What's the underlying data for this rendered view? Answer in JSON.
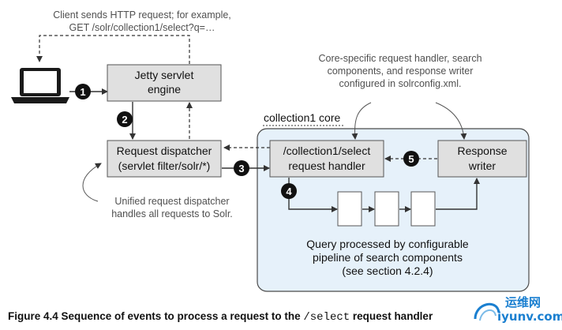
{
  "annotations": {
    "client_line1": "Client sends HTTP request; for example,",
    "client_line2": "GET /solr/collection1/select?q=…",
    "core_line1": "Core-specific request handler, search",
    "core_line2": "components, and response writer",
    "core_line3": "configured in solrconfig.xml.",
    "dispatcher_line1": "Unified request dispatcher",
    "dispatcher_line2": "handles all requests to Solr.",
    "pipeline_line1": "Query processed by configurable",
    "pipeline_line2": "pipeline of search components",
    "pipeline_line3": "(see section 4.2.4)"
  },
  "core_label": "collection1 core",
  "boxes": {
    "jetty_line1": "Jetty servlet",
    "jetty_line2": "engine",
    "dispatcher_line1": "Request dispatcher",
    "dispatcher_line2": "(servlet filter/solr/*)",
    "handler_line1": "/collection1/select",
    "handler_line2": "request handler",
    "writer_line1": "Response",
    "writer_line2": "writer"
  },
  "steps": [
    "1",
    "2",
    "3",
    "4",
    "5"
  ],
  "caption": {
    "prefix": "Figure 4.4   Sequence of events to process a request to the ",
    "code": "/select",
    "suffix": " request handler"
  },
  "watermark": {
    "cn": "运维网",
    "url": "iyunv.com"
  },
  "colors": {
    "box_fill": "#e0e0e0",
    "core_fill": "#e6f1fa",
    "core_border": "#4a4a4a",
    "step_fill": "#111111",
    "watermark": "#1a7fd0"
  }
}
